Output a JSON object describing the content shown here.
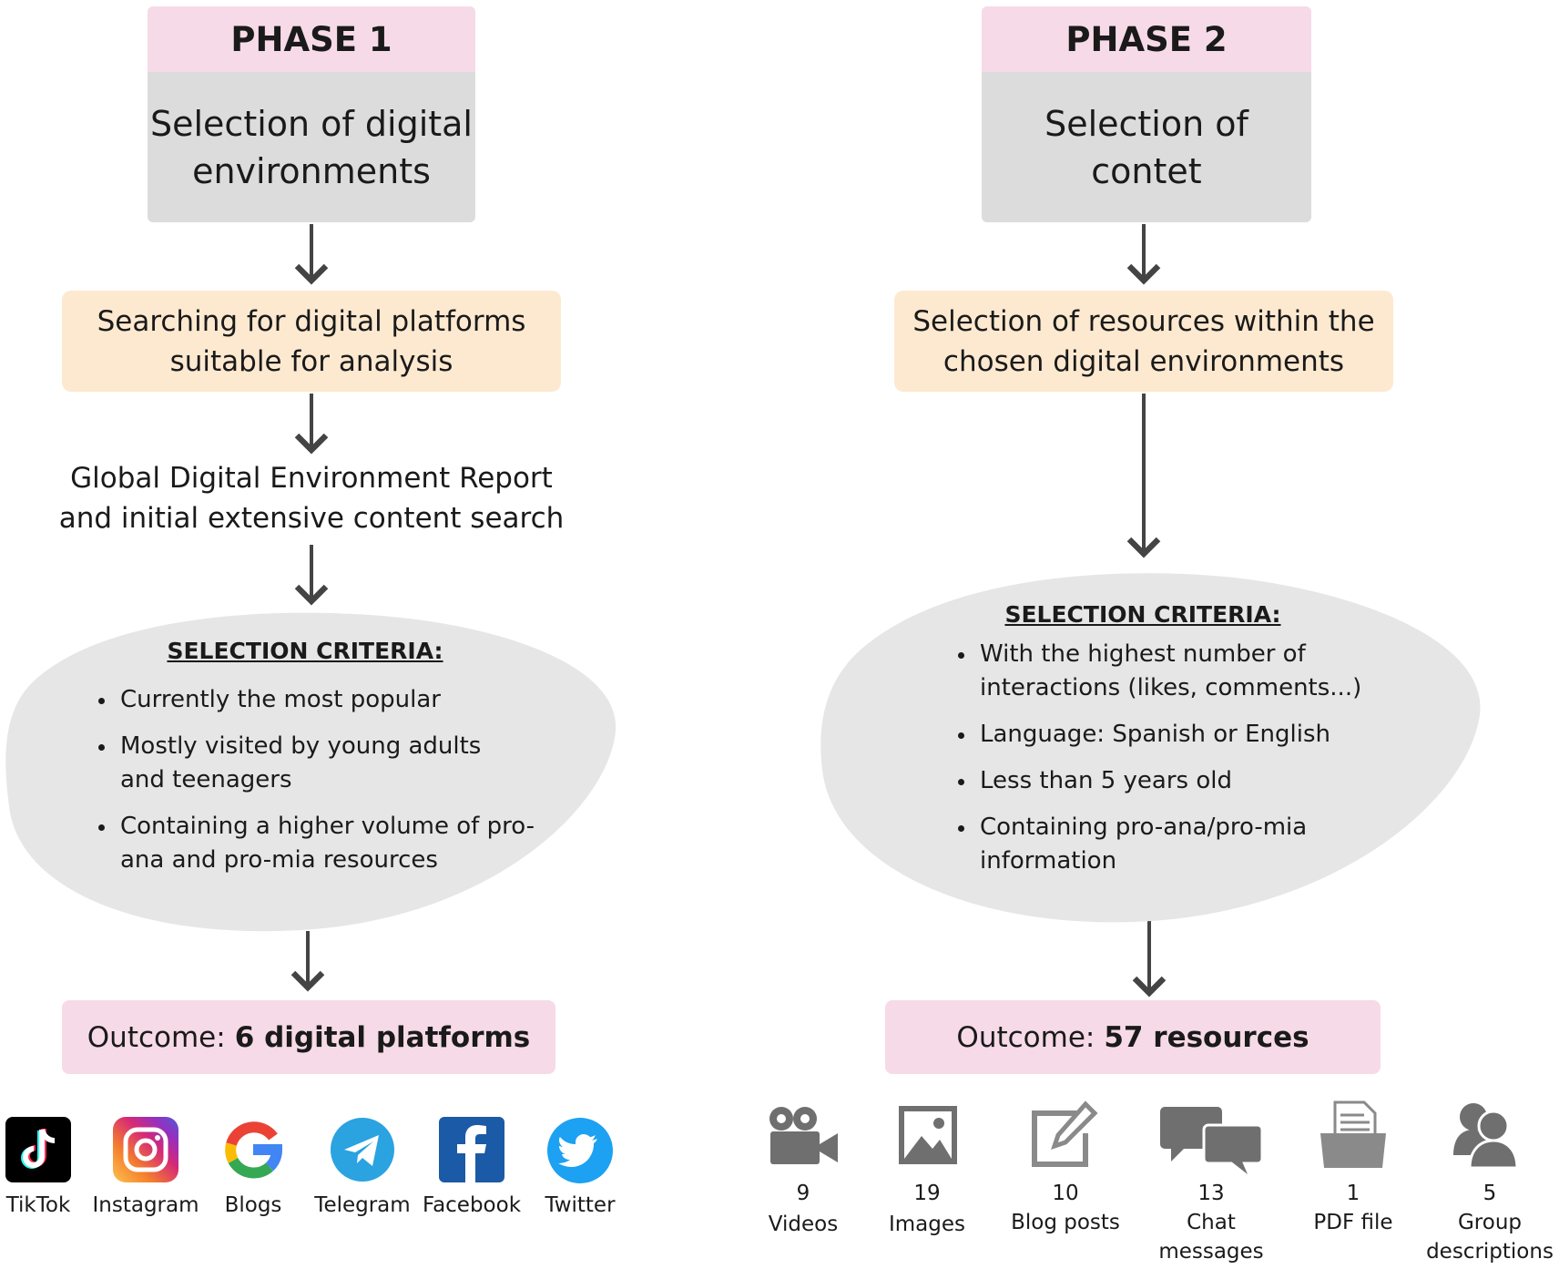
{
  "phase1": {
    "heading": "PHASE 1",
    "title": "Selection of digital\nenvironments",
    "step1": "Searching for digital platforms\nsuitable for analysis",
    "step2": "Global Digital Environment Report\nand initial extensive content search",
    "criteria_title": "SELECTION CRITERIA:",
    "criteria": [
      "Currently the most popular",
      "Mostly visited by young adults\nand teenagers",
      "Containing a higher volume of pro-\nana and pro-mia resources"
    ],
    "outcome_prefix": "Outcome:",
    "outcome_value": "6 digital platforms",
    "platforms": [
      {
        "label": "TikTok",
        "icon": "tiktok-icon",
        "color": "#000000"
      },
      {
        "label": "Instagram",
        "icon": "instagram-icon",
        "color": "#d62976"
      },
      {
        "label": "Blogs",
        "icon": "google-icon",
        "color": "#4285f4"
      },
      {
        "label": "Telegram",
        "icon": "telegram-icon",
        "color": "#2aa3e0"
      },
      {
        "label": "Facebook",
        "icon": "facebook-icon",
        "color": "#1b5aa6"
      },
      {
        "label": "Twitter",
        "icon": "twitter-icon",
        "color": "#1da1f2"
      }
    ]
  },
  "phase2": {
    "heading": "PHASE 2",
    "title": "Selection of\ncontet",
    "step1": "Selection of resources within the\nchosen digital environments",
    "criteria_title": "SELECTION CRITERIA:",
    "criteria": [
      "With the highest number of\ninteractions (likes, comments...)",
      "Language: Spanish or English",
      "Less than 5 years old",
      "Containing pro-ana/pro-mia\ninformation"
    ],
    "outcome_prefix": "Outcome:",
    "outcome_value": "57 resources",
    "resources": [
      {
        "count": "9",
        "label": "Videos",
        "icon": "video-camera-icon"
      },
      {
        "count": "19",
        "label": "Images",
        "icon": "image-icon"
      },
      {
        "count": "10",
        "label": "Blog posts",
        "icon": "edit-icon"
      },
      {
        "count": "13",
        "label": "Chat\nmessages",
        "icon": "chat-icon"
      },
      {
        "count": "1",
        "label": "PDF file",
        "icon": "file-icon"
      },
      {
        "count": "5",
        "label": "Group\ndescriptions",
        "icon": "group-icon"
      }
    ]
  },
  "colors": {
    "pink": "#f7dae7",
    "grey_box": "#dcdcdc",
    "peach": "#fde9d0",
    "blob": "#e6e6e6",
    "arrow": "#444444",
    "resource_icon": "#6f6f6f"
  }
}
